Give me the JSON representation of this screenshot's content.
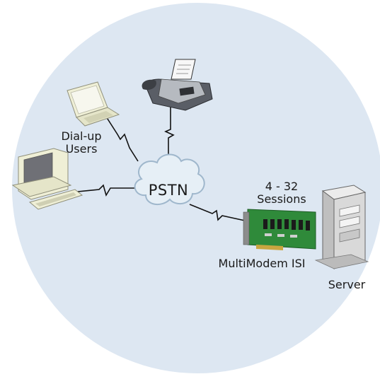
{
  "labels": {
    "dialup_users": [
      "Dial-up",
      "Users"
    ],
    "pstn": "PSTN",
    "sessions": [
      "4 - 32",
      "Sessions"
    ],
    "multimodem": "MultiModem ISI",
    "server": "Server"
  },
  "icons": {
    "laptop": "laptop-icon",
    "desktop": "desktop-computer-icon",
    "fax": "fax-machine-icon",
    "cloud": "pstn-cloud-icon",
    "card": "modem-card-icon",
    "server": "server-tower-icon"
  },
  "colors": {
    "circle_bg": "#dde7f2",
    "cloud_fill": "#e6eff6",
    "card_green": "#2f8a3a",
    "device_beige": "#efefd6",
    "server_gray": "#d9d9d9"
  }
}
